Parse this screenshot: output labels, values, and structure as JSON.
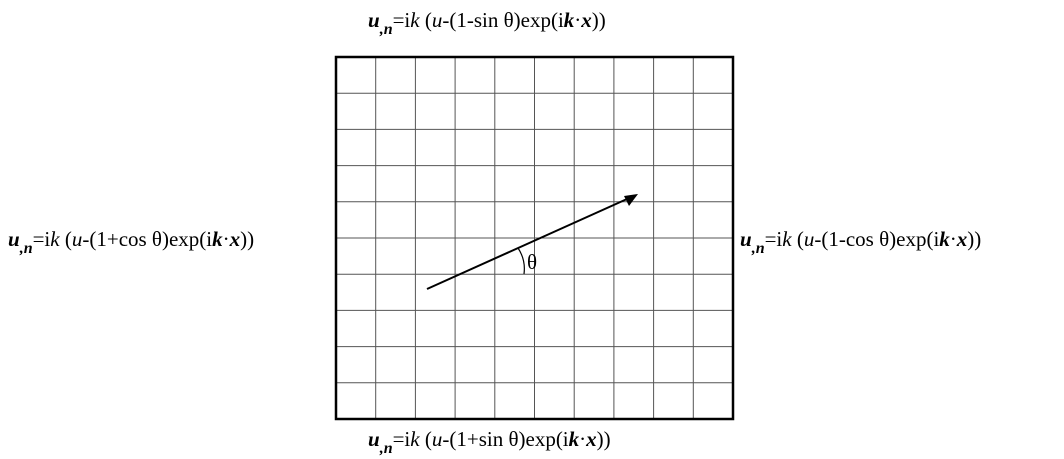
{
  "diagram": {
    "grid": {
      "rows": 10,
      "cols": 10
    },
    "angle_label": "θ",
    "labels": {
      "top": {
        "u": "u",
        "sub": ",n",
        "eq": "=i",
        "k": "k",
        "p1": " (",
        "u2": "u",
        "body": "-(1-sin  θ)exp(i",
        "kb": "k",
        "dot": "·",
        "xb": "x",
        "end": "))"
      },
      "left": {
        "u": "u",
        "sub": ",n",
        "eq": "=i",
        "k": "k",
        "p1": " (",
        "u2": "u",
        "body": "-(1+cos θ)exp(i",
        "kb": "k",
        "dot": "·",
        "xb": "x",
        "end": "))"
      },
      "right": {
        "u": "u",
        "sub": ",n",
        "eq": "=i",
        "k": "k",
        "p1": " (",
        "u2": "u",
        "body": "-(1-cos  θ)exp(i",
        "kb": "k",
        "dot": "·",
        "xb": "x",
        "end": "))"
      },
      "bottom": {
        "u": "u",
        "sub": ",n",
        "eq": "=i",
        "k": "k",
        "p1": " (",
        "u2": "u",
        "body": "-(1+sin θ)exp(i",
        "kb": "k",
        "dot": "·",
        "xb": "x",
        "end": "))"
      }
    },
    "colors": {
      "ink": "#000000",
      "grid": "#555555"
    }
  }
}
